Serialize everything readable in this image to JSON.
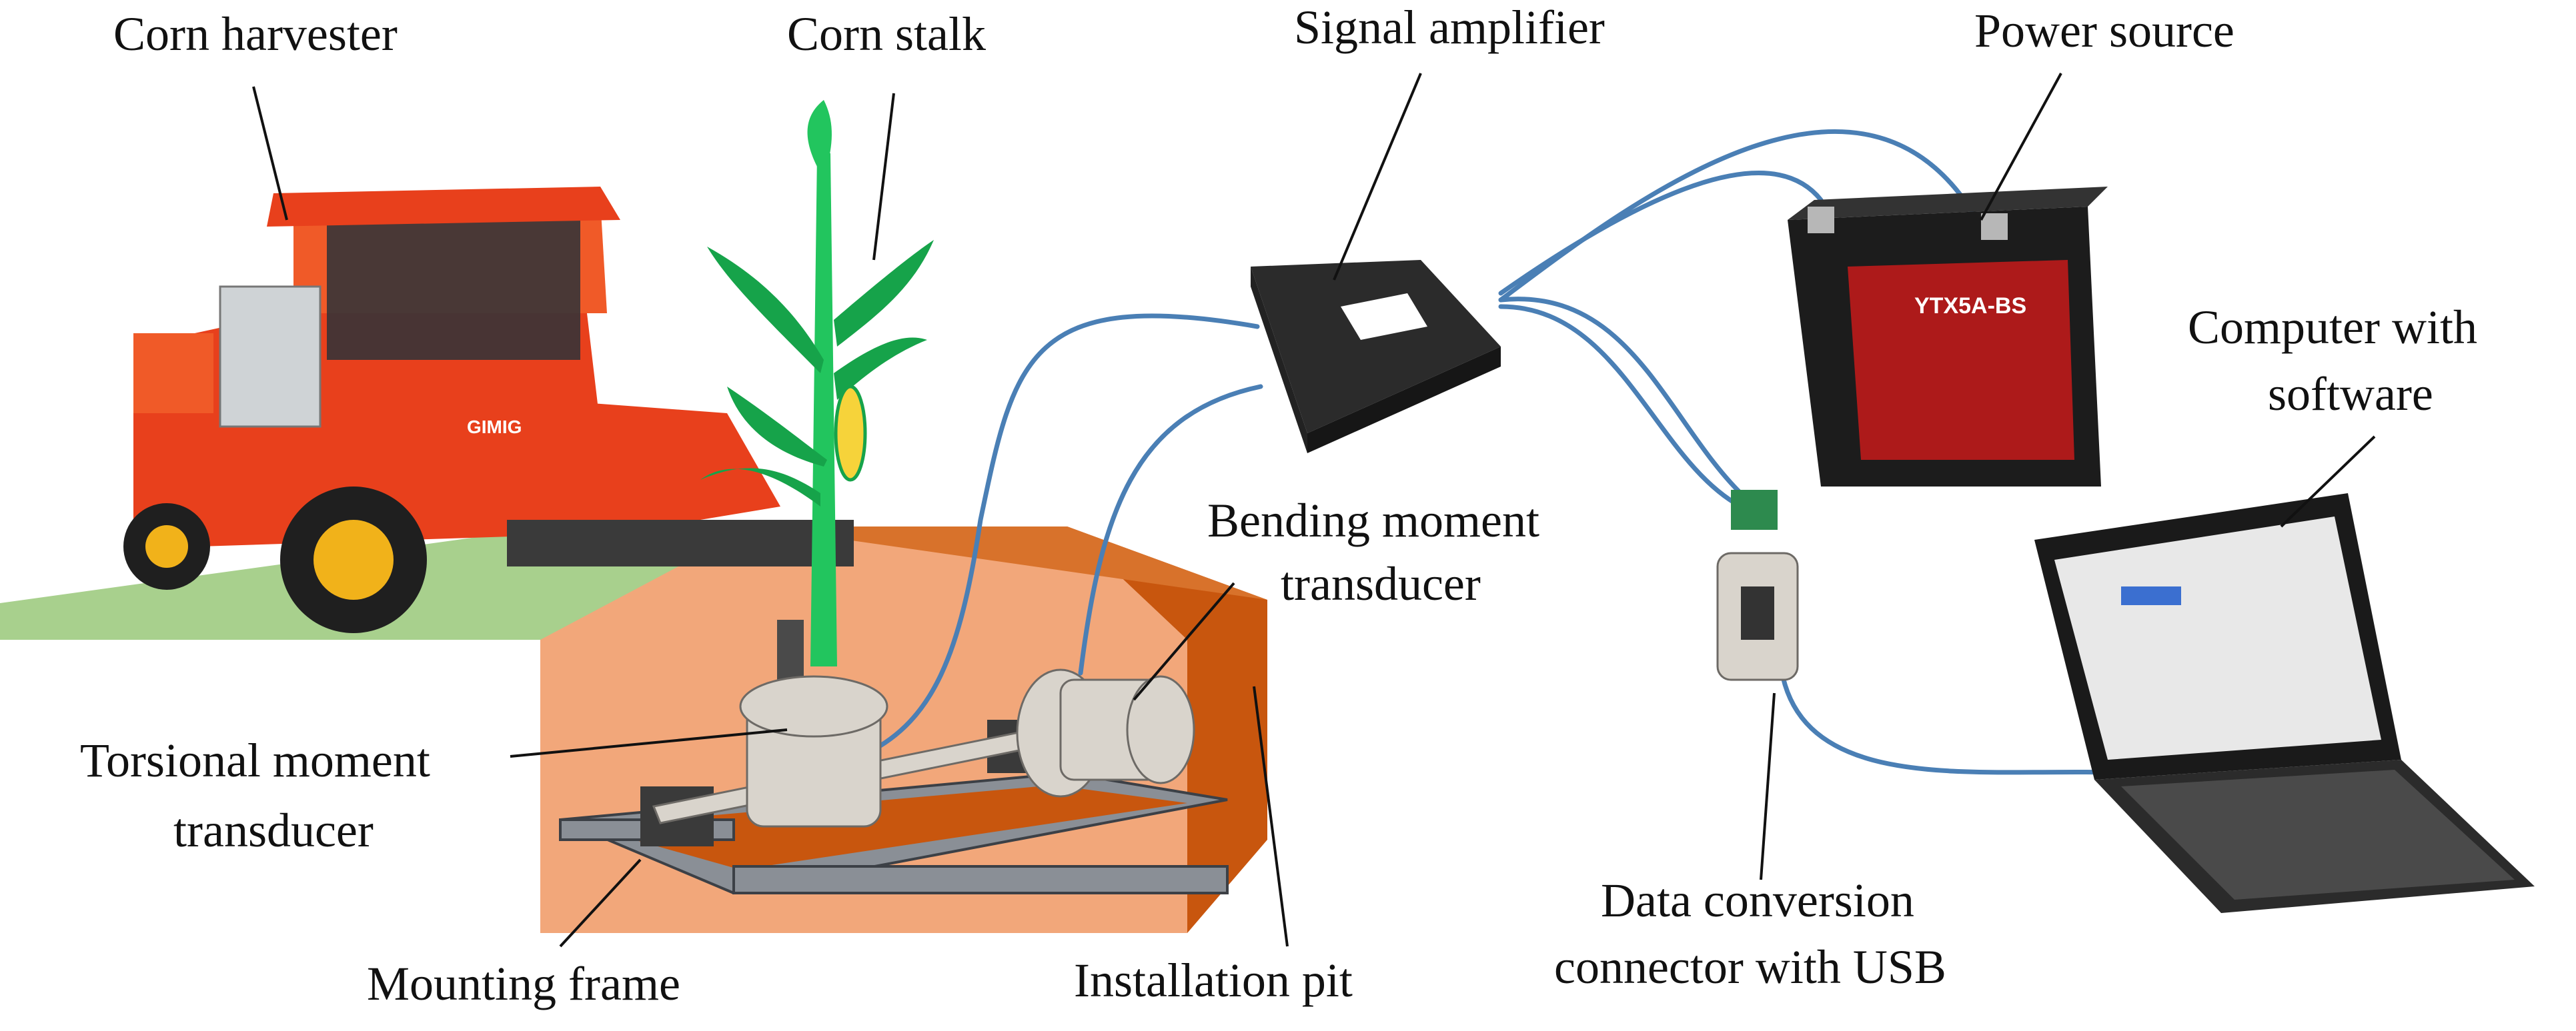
{
  "labels": {
    "corn_harvester": "Corn harvester",
    "corn_stalk": "Corn stalk",
    "signal_amplifier": "Signal amplifier",
    "power_source": "Power source",
    "computer_line1": "Computer with",
    "computer_line2": "software",
    "bending_line1": "Bending moment",
    "bending_line2": "transducer",
    "torsional_line1": "Torsional moment",
    "torsional_line2": "transducer",
    "mounting_frame": "Mounting frame",
    "installation_pit": "Installation pit",
    "data_conv_line1": "Data conversion",
    "data_conv_line2": "connector with USB"
  },
  "device_text": {
    "harvester_brand": "GIMIG",
    "battery_model": "YTX5A-BS"
  },
  "colors": {
    "harvester": "#e8401c",
    "ground": "#a8d08d",
    "pit_back": "#f2a77a",
    "pit_side": "#c8560e",
    "cable": "#4a7fb5",
    "stalk": "#22c55e",
    "battery": "#1c1c1c"
  }
}
